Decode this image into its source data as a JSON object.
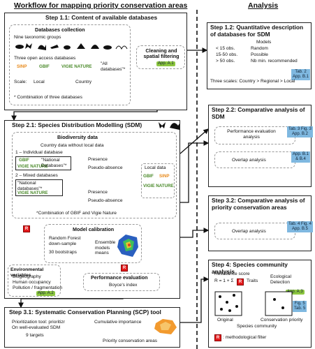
{
  "headers": {
    "left": "Workflow for mapping priority conservation areas",
    "right": "Analysis"
  },
  "step11": {
    "title": "Step 1.1: Content of available databases",
    "databases_title": "Databases collection",
    "taxonomic": "Nine taxonomic groups",
    "open_access": "Three open access databases",
    "logo_sinp": "SINP",
    "logo_gbif": "GBIF",
    "logo_vigie": "VIGIE NATURE",
    "all_db": "\"All databases\"*",
    "scale_label": "Scale:",
    "scale_local": "Local",
    "scale_country": "Country",
    "footnote": "* Combination of three databases"
  },
  "cleaning": {
    "label": "Cleaning and spatial filtering",
    "app": "App. A.1"
  },
  "step12": {
    "title": "Step 1.2: Quantitative description of databases for SDM",
    "models": "Models",
    "r1a": "< 15 obs.",
    "r1b": "Random",
    "r2a": "15-50 obs.",
    "r2b": "Possible",
    "r3a": "> 50 obs.",
    "r3b": "Nb min. recommended",
    "scales": "Three scales: Country > Regional > Local",
    "tab": "Tab. 2\nApp. B.1"
  },
  "step21": {
    "title": "Step 2.1: Species Distribution Modelling (SDM)",
    "bio_title": "Biodiversity data",
    "country": "Country data without local data",
    "ind": "1 – Individual database",
    "natdb1": "\"National Databases\"*",
    "presence1": "Presence",
    "pseudo1": "Pseudo-absence",
    "mixed": "2 – Mixed databases",
    "natdb2": "\"National databases\"*",
    "presence2": "Presence",
    "pseudo2": "Pseudo-absence",
    "combo": "*Combination of GBIF and Vigie Nature",
    "local": "Local data",
    "model_title": "Model calibration",
    "rf": "Random Forest",
    "down": "down-sample",
    "boot": "30 bootstraps",
    "ensemble": "Ensemble models means",
    "env_title": "Environmental variables",
    "env1": "Biogeography",
    "env2": "Human occupancy",
    "env3": "Pollution / fragmentation",
    "env_app": "App. A.2",
    "perf_title": "Performance evaluation",
    "boyce": "Boyce's index"
  },
  "step22": {
    "title": "Step 2.2: Comparative analysis of SDM",
    "perf": "Performance evaluation analysis",
    "perf_tab": "Tab. 3 Fig. 3\nApp. B.2",
    "overlap": "Overlap analysis",
    "overlap_tab": "App. B.1\n& B.4"
  },
  "step31": {
    "title": "Step 3.1: Systematic Conservation Planning (SCP) tool",
    "tool": "Prioritization tool: prioritizr",
    "sdm": "On well-evaluated SDM",
    "targets": "9 targets",
    "cumul": "Cumulative importance",
    "priority": "Priority conservation areas"
  },
  "step32": {
    "title": "Step 3.2: Comparative analysis of priority conservation areas",
    "overlap": "Overlap analysis",
    "tab": "Tab. 4 Fig. 4\nApp. B.5"
  },
  "step4": {
    "title": "Step 4: Species community analysis",
    "resist": "Resistance score",
    "formula": "R = 1 + Σ",
    "traits": "Traits",
    "eco": "Ecological",
    "det": "Detection",
    "app": "App. A.3",
    "tab": "Fig. 5\nTab. 5",
    "orig": "Original",
    "cp": "Conservation priority",
    "sc": "Species community",
    "legend": ": methodological filter",
    "r_letter": "R"
  },
  "colors": {
    "app_green": "#8cc63f",
    "tab_blue": "#7fb8e0",
    "filter_red": "#e41a1c"
  }
}
